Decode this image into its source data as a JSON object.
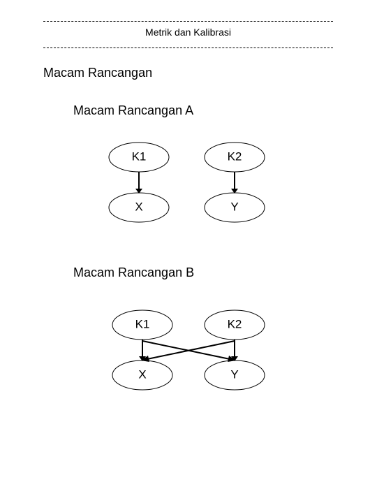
{
  "header": {
    "title": "Metrik dan Kalibrasi"
  },
  "main": {
    "heading": "Macam Rancangan"
  },
  "design_a": {
    "heading": "Macam Rancangan A",
    "nodes": {
      "k1": "K1",
      "k2": "K2",
      "x": "X",
      "y": "Y"
    }
  },
  "design_b": {
    "heading": "Macam Rancangan B",
    "nodes": {
      "k1": "K1",
      "k2": "K2",
      "x": "X",
      "y": "Y"
    }
  }
}
